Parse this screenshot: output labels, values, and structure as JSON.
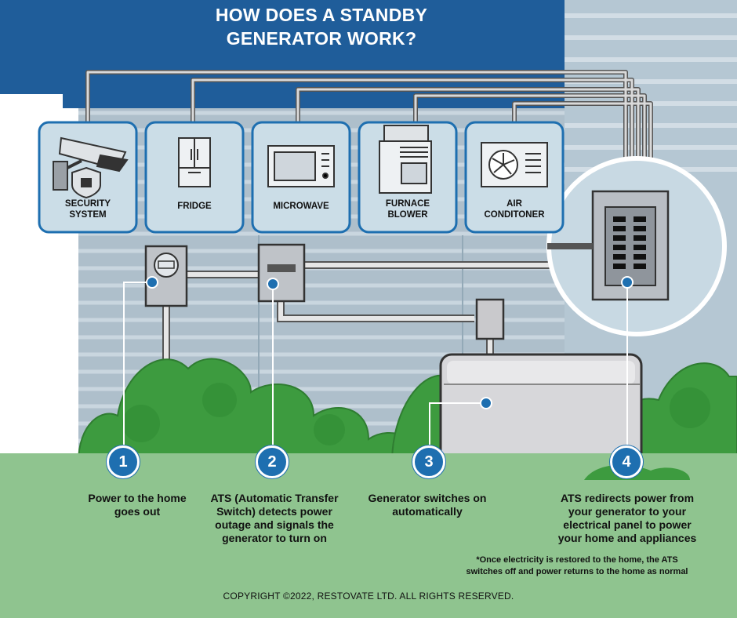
{
  "title": {
    "line1": "HOW DOES A STANDBY",
    "line2": "GENERATOR WORK?"
  },
  "appliances": [
    {
      "icon": "security-camera-icon",
      "line1": "SECURITY",
      "line2": "SYSTEM"
    },
    {
      "icon": "fridge-icon",
      "line1": "FRIDGE",
      "line2": ""
    },
    {
      "icon": "microwave-icon",
      "line1": "MICROWAVE",
      "line2": ""
    },
    {
      "icon": "furnace-icon",
      "line1": "FURNACE",
      "line2": "BLOWER"
    },
    {
      "icon": "air-conditioner-icon",
      "line1": "AIR",
      "line2": "CONDITONER"
    }
  ],
  "steps": [
    {
      "number": "1",
      "line1": "Power to the home",
      "line2": "goes out",
      "line3": "",
      "line4": ""
    },
    {
      "number": "2",
      "line1": "ATS (Automatic Transfer",
      "line2": "Switch) detects power",
      "line3": "outage and signals the",
      "line4": "generator to turn on"
    },
    {
      "number": "3",
      "line1": "Generator switches on",
      "line2": "automatically",
      "line3": "",
      "line4": ""
    },
    {
      "number": "4",
      "line1": "ATS redirects power from",
      "line2": "your generator to your",
      "line3": "electrical panel to power",
      "line4": "your home and appliances"
    }
  ],
  "note": {
    "line1": "*Once electricity is restored to the home, the ATS",
    "line2": "switches off and power returns to the home as normal"
  },
  "copyright": "COPYRIGHT ©2022, RESTOVATE LTD. ALL RIGHTS RESERVED.",
  "colors": {
    "roof_blue": "#1f5d9a",
    "siding": "#aabfcc",
    "card_fill": "#cbdde7",
    "card_border": "#1e6fb0",
    "step_blue": "#1e6fb0",
    "bush_green": "#3d9b3f",
    "ground_green": "#8fc48f"
  }
}
